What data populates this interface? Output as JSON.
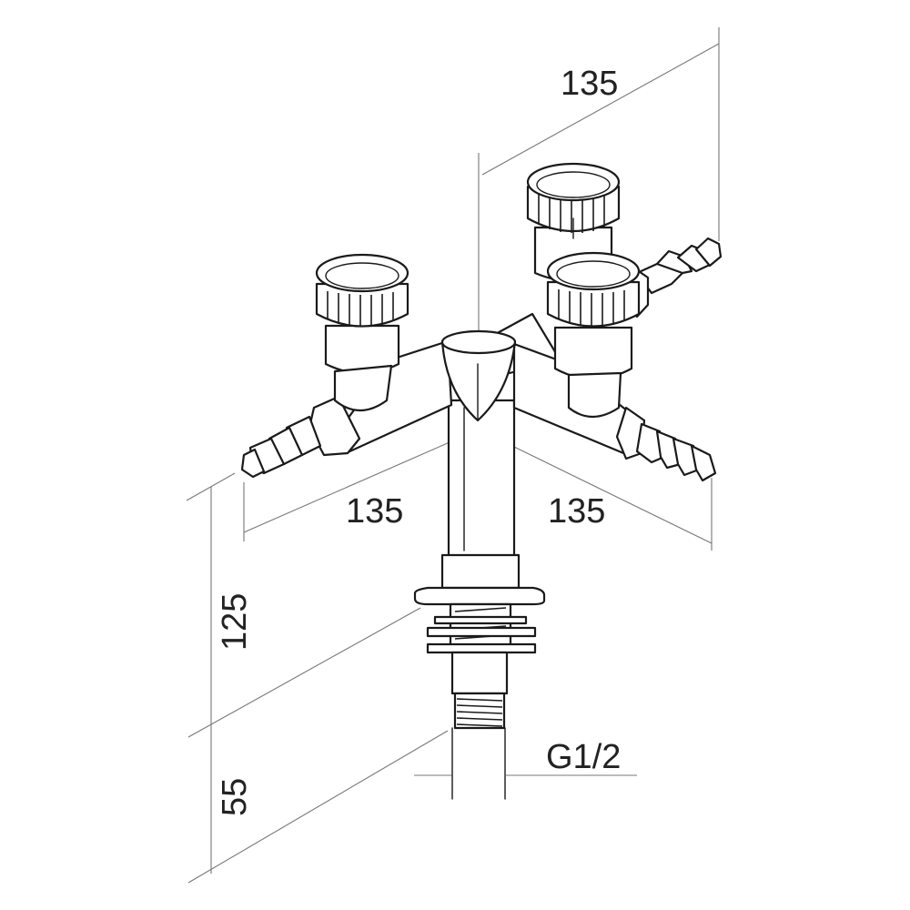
{
  "diagram": {
    "dimensions": {
      "top_right": "135",
      "left": "135",
      "right": "135",
      "height_upper": "125",
      "height_lower": "55",
      "thread": "G1/2"
    },
    "colors": {
      "outline": "#1a1a1a",
      "dimension_line": "#777777",
      "text": "#222222",
      "background": "#ffffff"
    }
  }
}
